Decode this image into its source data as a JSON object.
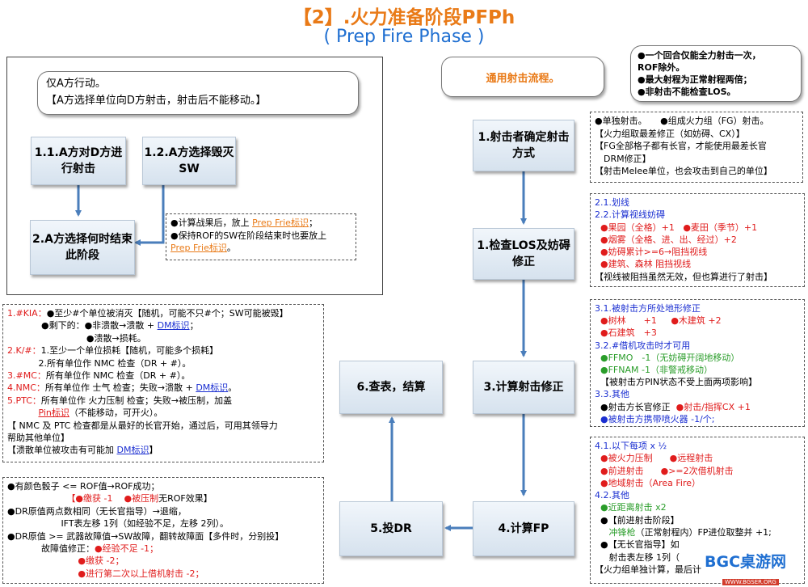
{
  "header": {
    "title": "【2】.火力准备阶段PFPh",
    "subtitle": "( Prep Fire Phase )"
  },
  "left_panel": {
    "intro_line1": "仅A方行动。",
    "intro_line2": "【A方选择单位向D方射击，射击后不能移动。】",
    "box_1_1": "1.1.A方对D方进行射击",
    "box_1_2": "1.2.A方选择毁灭SW",
    "box_2": "2.A方选择何时结束此阶段",
    "note_line1_a": "●计算战果后，放上 ",
    "note_line1_b": "Prep Frie标识",
    "note_line1_c": "；",
    "note_line2": "●保持ROF的SW在阶段结束时也要放上",
    "note_line3_a": "Prep Frie标识",
    "note_line3_b": "。"
  },
  "general": {
    "label": "通用射击流程。",
    "rule1": "●一个回合仅能全力射击一次，",
    "rule1b": "ROF除外。",
    "rule2": "●最大射程为正常射程两倍；",
    "rule3": "●非射击不能检查LOS。"
  },
  "flow": {
    "step1": "1.射击者确定射击方式",
    "step2": "1.检查LOS及妨碍修正",
    "step3": "3.计算射击修正",
    "step4": "4.计算FP",
    "step5": "5.投DR",
    "step6": "6.查表，结算"
  },
  "note_step1": [
    "●单独射击。　　●组成火力组（FG）射击。",
    "【火力组取最差修正（如妨碍、CX）】",
    "【FG全部格子都有长官，才能使用最差长官",
    "　DRM修正】",
    "【射击Melee单位，也会攻击到自己的单位】"
  ],
  "note_los": {
    "h1": "2.1.划线",
    "h2": "2.2.计算视线妨碍",
    "l1a": "●果园（全格）+1",
    "l1b": "●麦田（季节）+1",
    "l2": "●烟雾（全格、进、出、经过）+2",
    "l3": "●妨碍累计>=6→阻挡视线",
    "l4": "●建筑、森林 阻挡视线",
    "l5": "【视线被阻挡虽然无效，但也算进行了射击】"
  },
  "note_mod": {
    "h1": "3.1.被射击方所处地形修正",
    "l1a": "●树林　　+1",
    "l1b": "●木建筑 +2",
    "l2": "●石建筑　+3",
    "h2": "3.2.#借机攻击时才可用",
    "l3": "●FFMO　-1（无妨碍开阔地移动）",
    "l4": "●FFNAM -1（非警戒移动）",
    "l5": "【被射击方PIN状态不受上面两项影响】",
    "h3": "3.3.其他",
    "l6a": "●射击方长官修正",
    "l6b": "●射击/指挥CX +1",
    "l7": "●被射击方携带喷火器 -1/个;"
  },
  "note_fp": {
    "h1": "4.1.以下每项 x ½",
    "l1a": "●被火力压制",
    "l1b": "●远程射击",
    "l2a": "●前进射击",
    "l2b": "●>=2次借机射击",
    "l3": "●地域射击（Area Fire）",
    "h2": "4.2.其他",
    "l4": "●近距离射击 x2",
    "l5": "●【前进射击阶段】",
    "l6a": "冲锋枪",
    "l6b": "（正常射程内）FP进位取整并 +1;",
    "l7a": "●【无长官指导】如",
    "l7b": "射击表左移 1列（",
    "l8": "【火力组单独计算，最后计"
  },
  "results": {
    "kia_label": "1.#KIA：",
    "kia_text": "●至少#个单位被消灭【随机，可能不只#个；SW可能被毁】",
    "kia_rest_a": "●剩下的：●非溃散→溃散 + ",
    "kia_rest_b": "DM标识",
    "kia_rest_c": "；",
    "kia_broken": "●溃散→损耗。",
    "k_label": "2.K/#：",
    "k_text": "1.至少一个单位损耗【随机，可能多个损耗】",
    "k_text2": "2.所有单位作 NMC 检查（DR + #）。",
    "mc_label": "3.#MC：",
    "mc_text": "所有单位作 NMC 检查（DR + #）。",
    "nmc_label": "4.NMC：",
    "nmc_text_a": "所有单位作 士气 检查；失败→溃散 + ",
    "nmc_text_b": "DM标识",
    "nmc_text_c": "。",
    "ptc_label": "5.PTC：",
    "ptc_text": "所有单位作 火力压制 检查；失败→被压制，加盖",
    "ptc_pin_a": "Pin标识",
    "ptc_pin_b": "（不能移动，可开火）。",
    "note1": "【 NMC 及 PTC 检查都是从最好的长官开始，通过后，可用其领导力",
    "note1b": "帮助其他单位】",
    "note2_a": "【溃散单位被攻击有可能加 ",
    "note2_b": "DM标识",
    "note2_c": "】"
  },
  "dice": {
    "l1": "●有颜色骰子 <= ROF值→ROF成功；",
    "l2a": "【●缴获 -1",
    "l2b": "●被压制",
    "l2c": "无ROF效果】",
    "l3": "●DR原值两点数相同（无长官指导）→退缩，",
    "l4": "IFT表左移 1列（如经验不足，左移 2列）。",
    "l5": "●DR原值 >= 武器故障值→SW故障，翻转故障面【多件时，分别投】",
    "l6a": "故障值修正：",
    "l6b": "●经验不足 -1；",
    "l7": "●缴获 -2；",
    "l8": "●进行第二次以上借机射击 -2；"
  },
  "watermark": {
    "logo": "BGC桌游网",
    "url": "WWW.BGSER.ORG"
  },
  "colors": {
    "title": "#e97a17",
    "subtitle": "#1f6fd1",
    "arrow": "#4a7ebb",
    "red": "#e01c1c",
    "blue": "#1b2fd1",
    "green": "#2a9d2a"
  }
}
